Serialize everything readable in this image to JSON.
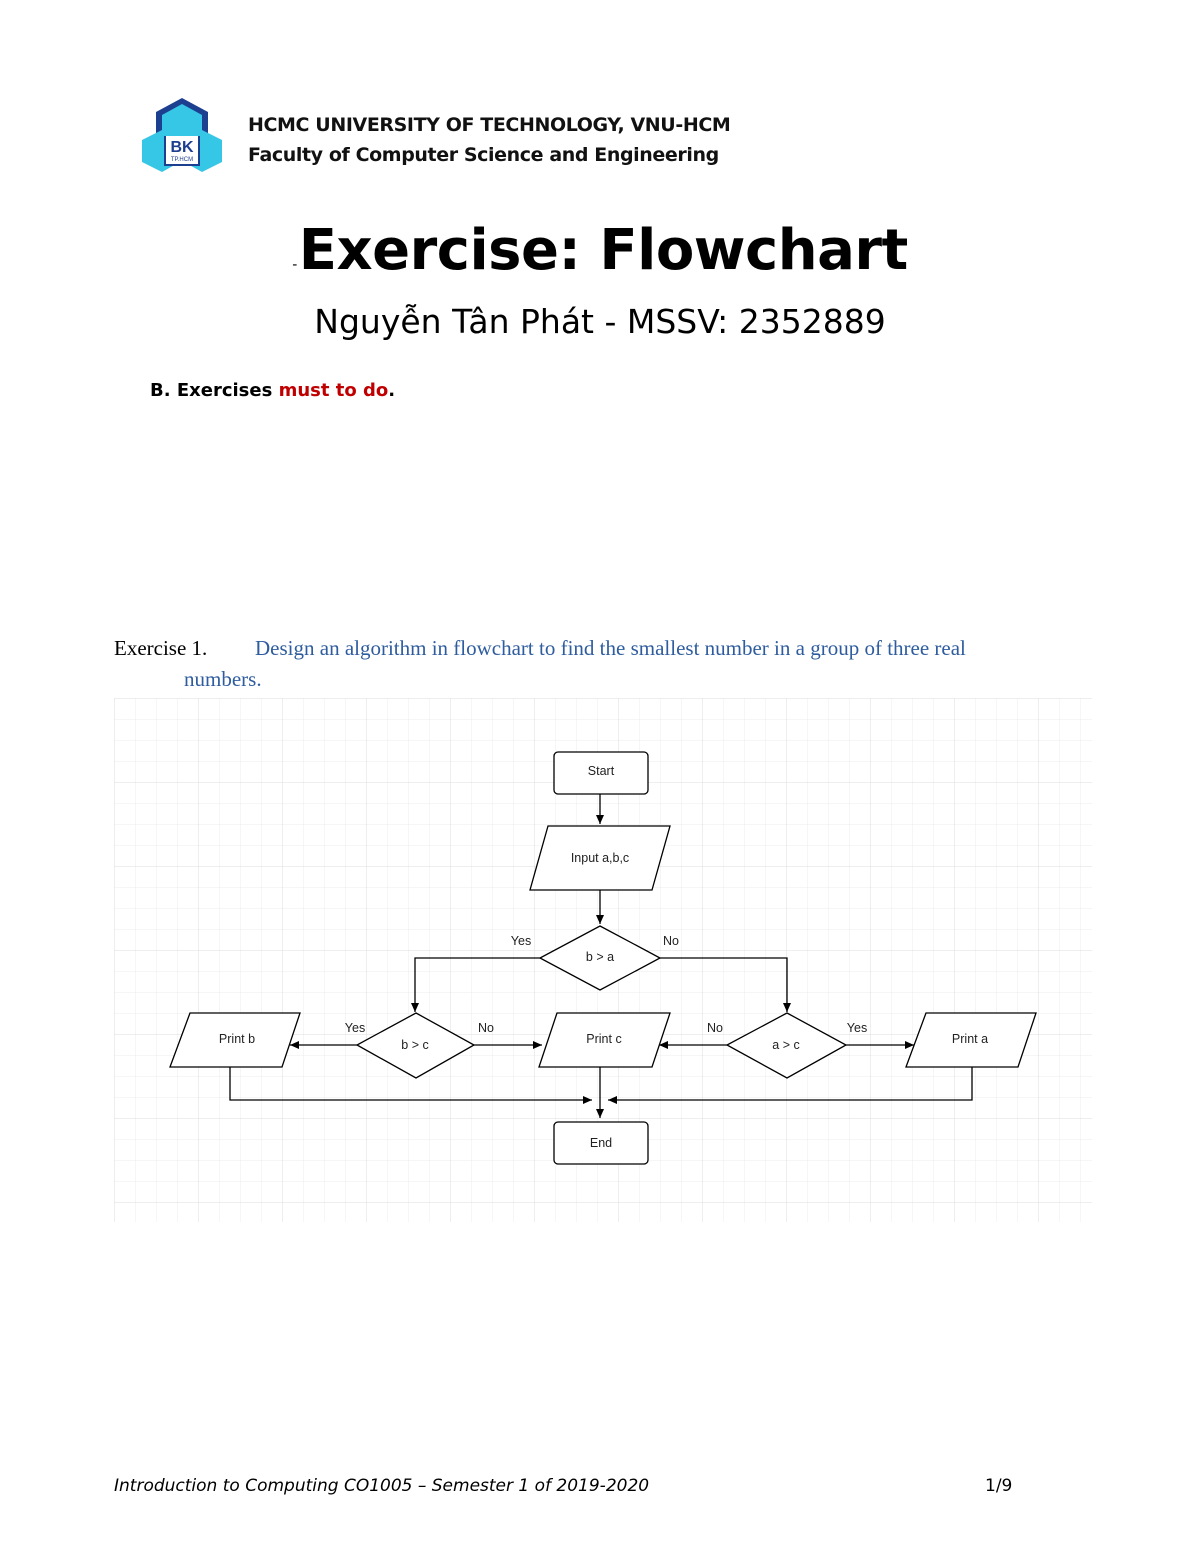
{
  "header": {
    "logo_text": "BK",
    "logo_subtext": "TP.HCM",
    "university": "HCMC UNIVERSITY OF TECHNOLOGY, VNU-HCM",
    "faculty": "Faculty of Computer Science and Engineering"
  },
  "title": {
    "dash": "-",
    "text": "Exercise: Flowchart"
  },
  "author": "Nguyễn Tân Phát - MSSV: 2352889",
  "section": {
    "prefix": "B. Exercises ",
    "highlight": "must to do",
    "suffix": "."
  },
  "exercise": {
    "label": "Exercise 1.",
    "text_line1": "Design an algorithm in flowchart to find the smallest number in a group of three real",
    "text_line2": "numbers."
  },
  "flowchart": {
    "start": "Start",
    "input": "Input a,b,c",
    "decision_main": "b > a",
    "decision_left": "b > c",
    "decision_right": "a > c",
    "print_b": "Print b",
    "print_c": "Print c",
    "print_a": "Print a",
    "end": "End",
    "label_yes_main": "Yes",
    "label_no_main": "No",
    "label_yes_left": "Yes",
    "label_no_left": "No",
    "label_no_right": "No",
    "label_yes_right": "Yes"
  },
  "footer": {
    "course": "Introduction to Computing CO1005 – Semester 1 of 2019-2020",
    "page": "1/9"
  },
  "colors": {
    "logo_blue": "#1d3f8f",
    "logo_cyan": "#36c6e6",
    "section_red": "#c00000",
    "exercise_blue": "#2e5c9e",
    "grid": "#e6e6e6"
  }
}
